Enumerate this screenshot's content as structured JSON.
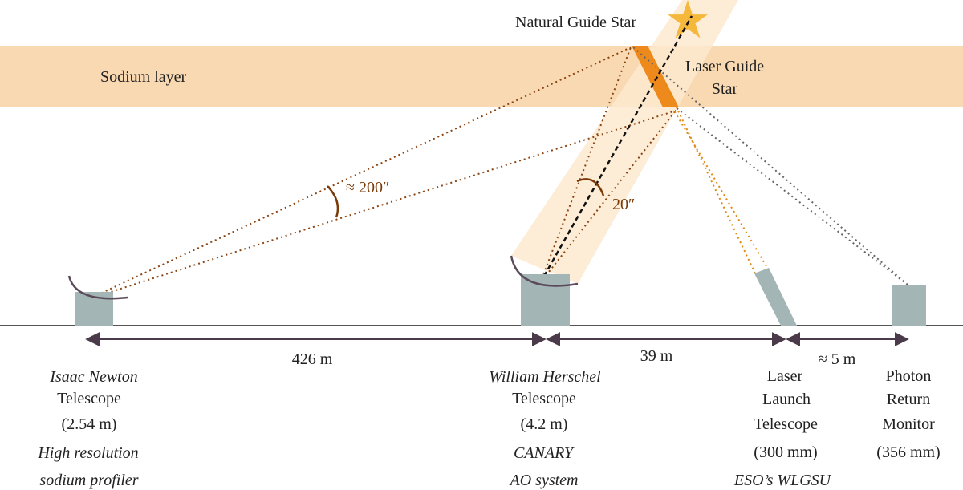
{
  "labels": {
    "sodium_layer": "Sodium layer",
    "natural_guide_star": "Natural Guide Star",
    "laser_guide_star_line1": "Laser Guide",
    "laser_guide_star_line2": "Star",
    "angle_large": "≈ 200″",
    "angle_small": "20″"
  },
  "distances": {
    "d1": "426 m",
    "d2": "39 m",
    "d3": "≈ 5 m"
  },
  "telescopes": {
    "int": {
      "name": "Isaac Newton",
      "type": "Telescope",
      "size": "(2.54 m)",
      "role1": "High resolution",
      "role2": "sodium profiler"
    },
    "wht": {
      "name": "William Herschel",
      "type": "Telescope",
      "size": "(4.2 m)",
      "role1": "CANARY",
      "role2": "AO system"
    },
    "llt": {
      "line1": "Laser",
      "line2": "Launch",
      "line3": "Telescope",
      "size": "(300 mm)",
      "role": "ESO’s WLGSU"
    },
    "prm": {
      "line1": "Photon",
      "line2": "Return",
      "line3": "Monitor",
      "size": "(356 mm)"
    }
  },
  "colors": {
    "sodium_band": "#f9d9b2",
    "beam": "#fde9cf",
    "lgs": "#ee8a1c",
    "star": "#f5b83b",
    "telescope": "#a3b5b5",
    "ground": "#555555",
    "dotted_brown": "#8b4513",
    "dotted_orange": "#e08a14",
    "dotted_grey": "#666666",
    "arc": "#5a4a5a"
  }
}
